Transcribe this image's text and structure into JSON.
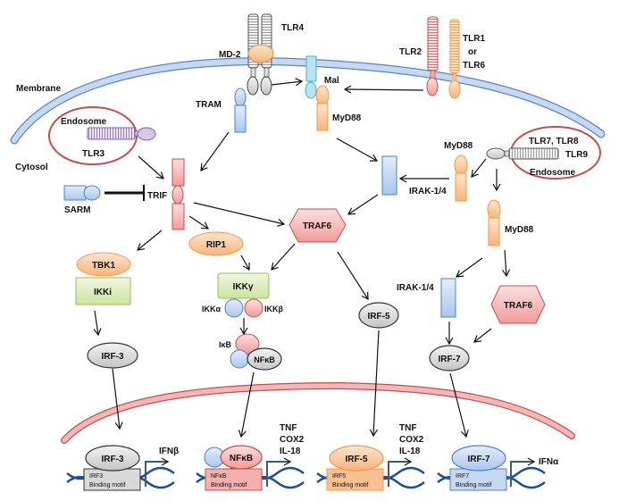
{
  "compartments": {
    "membrane": "Membrane",
    "cytosol": "Cytosol",
    "endosome_left": "Endosome",
    "endosome_right": "Endosome"
  },
  "receptors": {
    "tlr4": "TLR4",
    "md2": "MD-2",
    "tlr2": "TLR2",
    "tlr1_line1": "TLR1",
    "tlr1_line2": "or",
    "tlr1_line3": "TLR6",
    "tlr3": "TLR3",
    "tlr78": "TLR7, TLR8",
    "tlr9": "TLR9"
  },
  "adaptors": {
    "mal": "Mal",
    "tram": "TRAM",
    "myd88_top": "MyD88",
    "myd88_mid": "MyD88",
    "myd88_right": "MyD88",
    "trif": "TRIF",
    "sarm": "SARM"
  },
  "kinases": {
    "irak_mid": "IRAK-1/4",
    "irak_right": "IRAK-1/4",
    "traf6_mid": "TRAF6",
    "traf6_right": "TRAF6",
    "rip1": "RIP1",
    "tbk1": "TBK1",
    "ikki": "IKKi",
    "ikkg": "IKKγ",
    "ikka": "IKKα",
    "ikkb": "IKKβ",
    "ikb": "IκB",
    "nfkb": "NFκB"
  },
  "transcription_factors": {
    "irf3": "IRF-3",
    "irf5": "IRF-5",
    "irf7": "IRF-7"
  },
  "nucleus": {
    "irf3_tf": "IRF-3",
    "irf3_motif_1": "IRF3",
    "irf3_motif_2": "Binding motif",
    "irf3_gene": "IFNβ",
    "nfkb_tf": "NFκB",
    "nfkb_motif_1": "NFκB",
    "nfkb_motif_2": "Binding motif",
    "nfkb_genes": [
      "TNF",
      "COX2",
      "IL-18"
    ],
    "irf5_tf": "IRF-5",
    "irf5_motif_1": "IRF5",
    "irf5_motif_2": "Binding motif",
    "irf5_genes": [
      "TNF",
      "COX2",
      "IL-18"
    ],
    "irf7_tf": "IRF-7",
    "irf7_motif_1": "IRF7",
    "irf7_motif_2": "Binding motif",
    "irf7_gene": "IFNα"
  },
  "colors": {
    "membrane": "#a9c6ec",
    "nuclear_membrane": "#f2a1a1",
    "endosome_ring": "#c0504d",
    "orange": "#fac090",
    "red": "#f4b0b0",
    "blue": "#c6d9f1",
    "green": "#d7e9b0",
    "grey": "#d9d9d9",
    "cyan": "#b7e4ef",
    "purple": "#d7c6e6"
  }
}
